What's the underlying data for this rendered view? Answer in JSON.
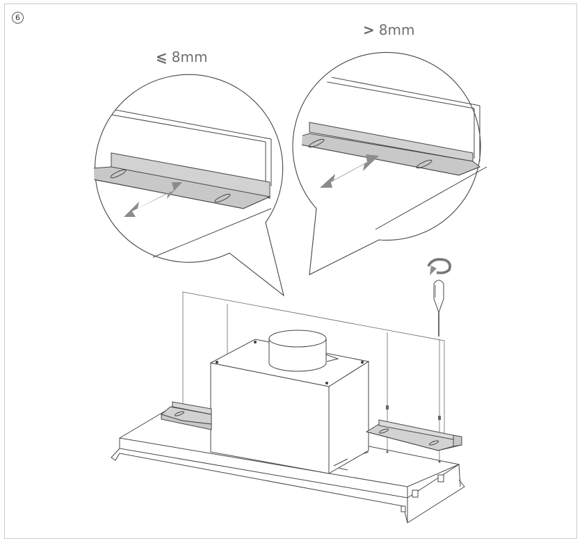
{
  "step": {
    "number": "6"
  },
  "callouts": {
    "left": {
      "symbol": "⩽",
      "value": "8mm"
    },
    "right": {
      "symbol": ">",
      "value": "8mm"
    }
  },
  "icons": [
    "rotate-arrow-icon",
    "screwdriver-icon",
    "double-arrow-icon"
  ],
  "colors": {
    "line": "#444444",
    "bracket_fill": "#d2d2d2",
    "arrow_fill": "#8c8c8c",
    "frame_border": "#c9c9c9"
  }
}
